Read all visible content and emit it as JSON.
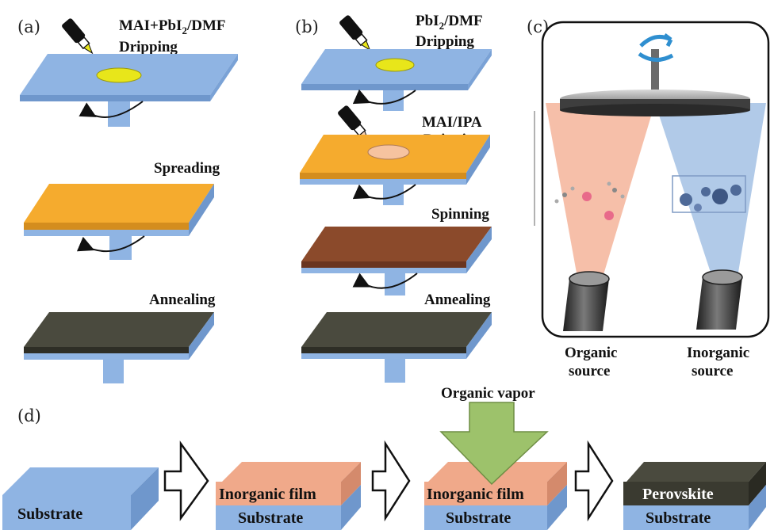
{
  "panels": {
    "a": {
      "label": "(a)",
      "step1_line1": "MAI+PbI",
      "step1_sub": "2",
      "step1_tail": "/DMF",
      "step1_line2": "Dripping",
      "step2": "Spreading",
      "step3": "Annealing"
    },
    "b": {
      "label": "(b)",
      "step1_line1": "PbI",
      "step1_sub": "2",
      "step1_tail": "/DMF",
      "step1_line2": "Dripping",
      "step2_line1": "MAI/IPA",
      "step2_line2": "Dripping",
      "step3": "Spinning",
      "step4": "Annealing"
    },
    "c": {
      "label": "(c)",
      "organic_line1": "Organic",
      "organic_line2": "source",
      "inorganic_line1": "Inorganic",
      "inorganic_line2": "source"
    },
    "d": {
      "label": "(d)",
      "vapor": "Organic vapor",
      "stack1_bottom": "Substrate",
      "stack2_top": "Inorganic film",
      "stack2_bottom": "Substrate",
      "stack3_top": "Inorganic film",
      "stack3_bottom": "Substrate",
      "stack4_top": "Perovskite",
      "stack4_bottom": "Substrate"
    }
  },
  "colors": {
    "substrate": "#8fb4e3",
    "substrate_side": "#6f97cc",
    "precursor_yellow": "#f5ab2e",
    "intermediate_brown": "#8b4a2b",
    "perovskite_dark": "#4a4a3e",
    "droplet_yellow": "#e8e61a",
    "inorganic_film": "#f0a98a",
    "organic_plume": "#f5b8a0",
    "inorganic_plume": "#a9c4e6",
    "vapor_arrow": "#9dc26b"
  },
  "icons": [
    "dropper-icon",
    "rotation-arrow-icon",
    "spin-arrow-icon",
    "process-arrow-icon",
    "source-cylinder-icon"
  ]
}
